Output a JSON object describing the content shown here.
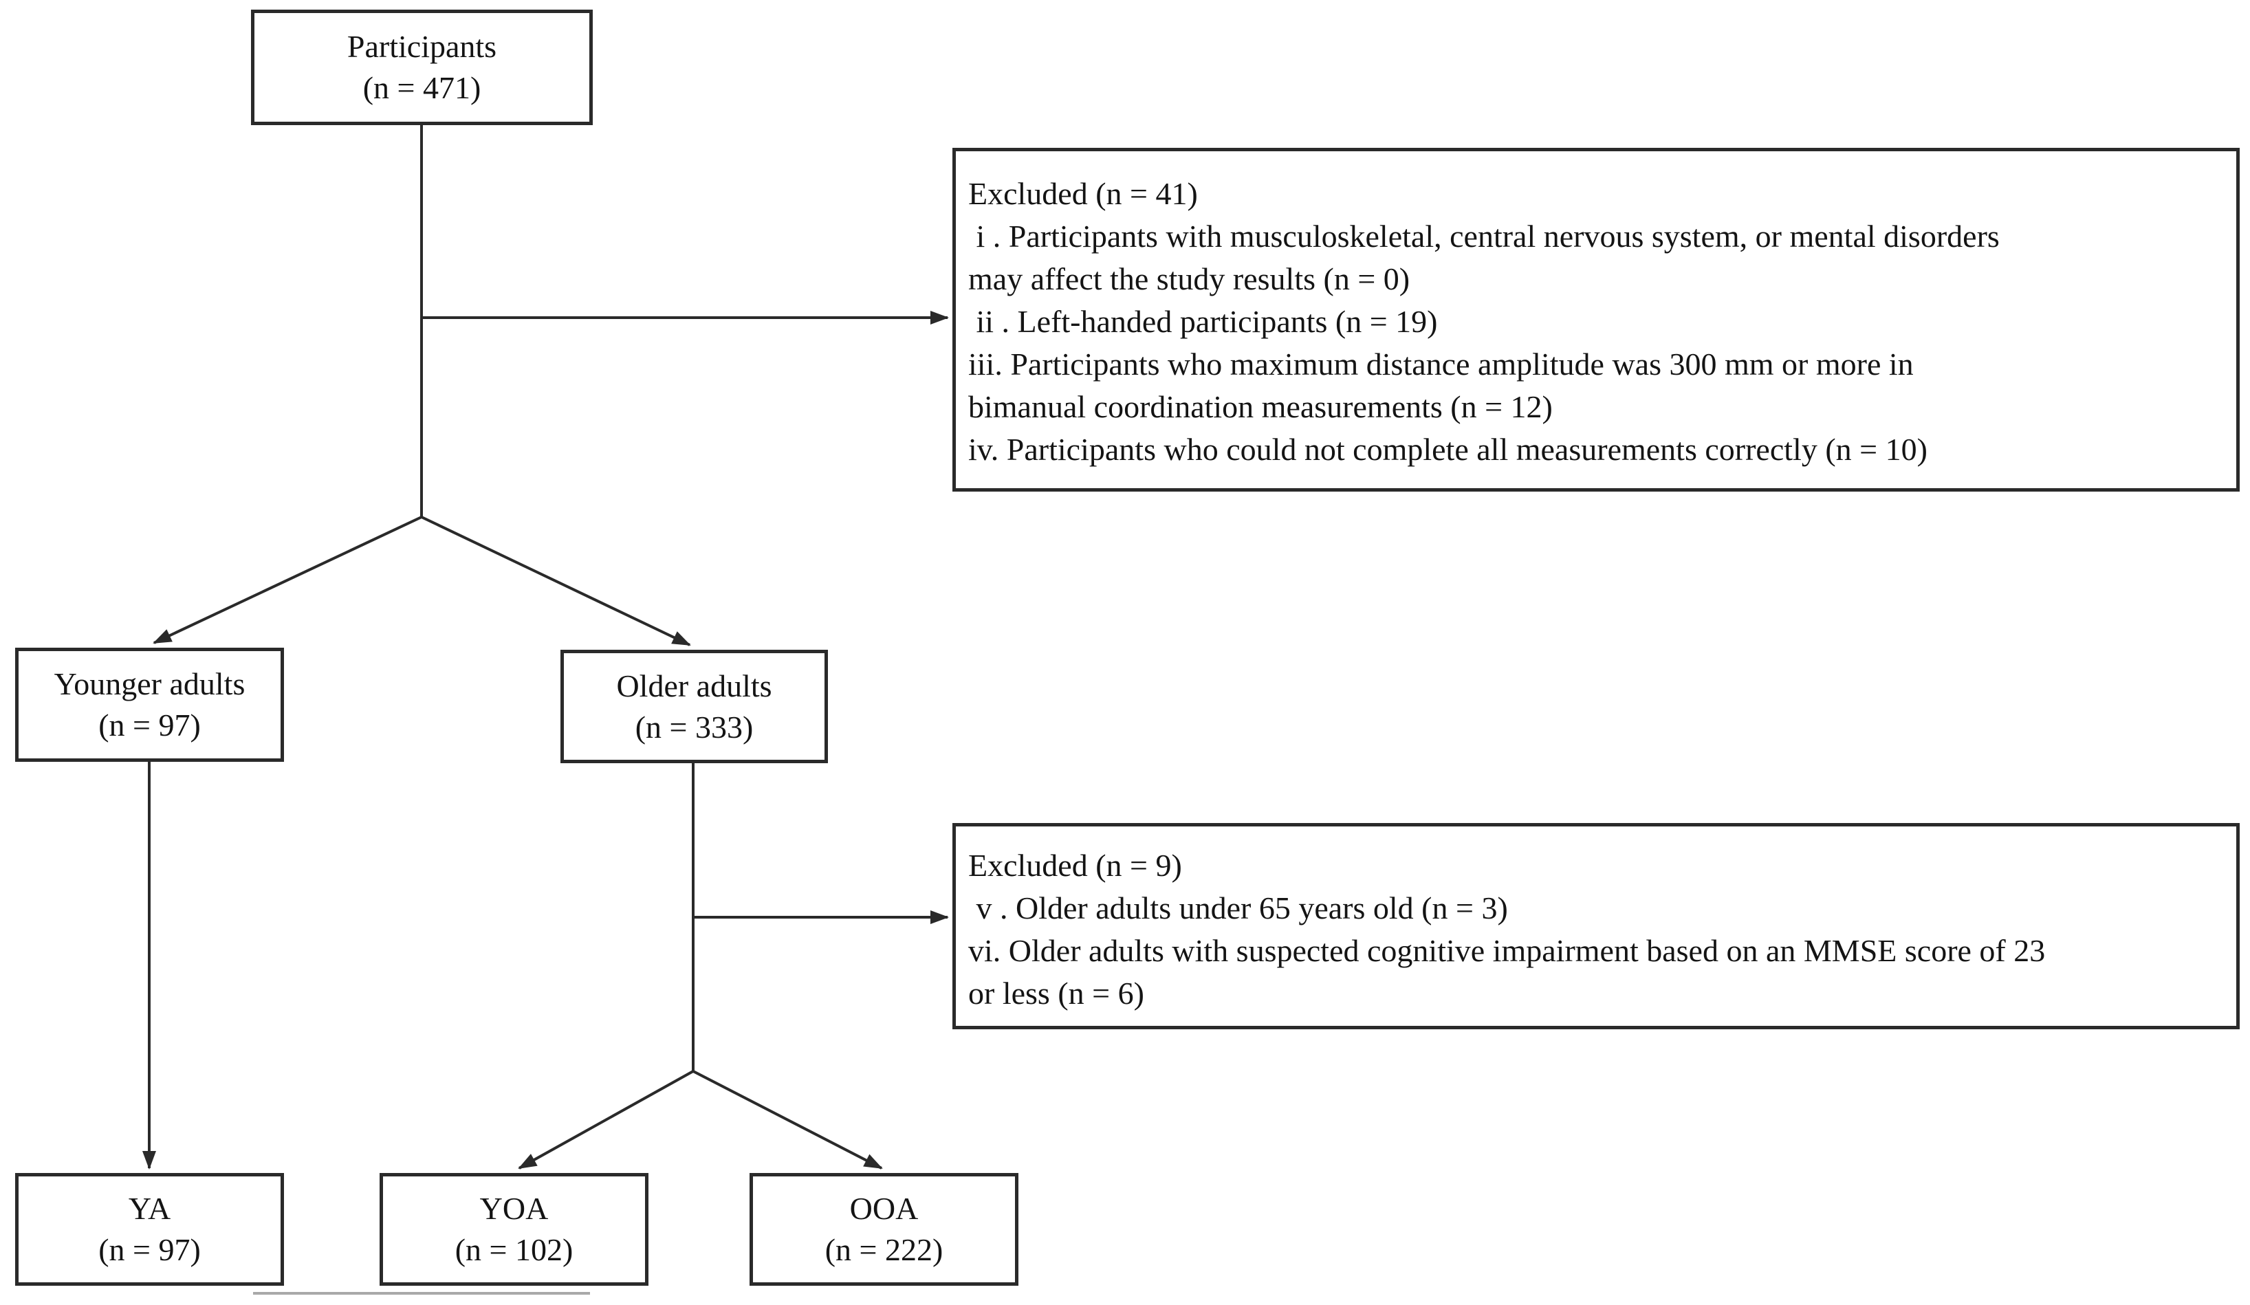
{
  "nodes": {
    "participants": {
      "label": "Participants",
      "n": "(n = 471)"
    },
    "younger_adults": {
      "label": "Younger adults",
      "n": "(n = 97)"
    },
    "older_adults": {
      "label": "Older adults",
      "n": "(n = 333)"
    },
    "ya": {
      "label": "YA",
      "n": "(n = 97)"
    },
    "yoa": {
      "label": "YOA",
      "n": "(n = 102)"
    },
    "ooa": {
      "label": "OOA",
      "n": "(n = 222)"
    }
  },
  "exclusions": {
    "first": {
      "lines": [
        "Excluded (n = 41)",
        " i . Participants with musculoskeletal, central nervous system, or mental disorders",
        "may affect the study results (n = 0)",
        " ii . Left-handed participants (n = 19)",
        "iii. Participants who maximum distance amplitude was 300 mm or more in",
        "bimanual coordination measurements (n = 12)",
        "iv. Participants who could not complete all measurements correctly (n = 10)"
      ]
    },
    "second": {
      "lines": [
        "Excluded (n = 9)",
        " v . Older adults under 65 years old (n = 3)",
        "vi. Older adults with suspected cognitive impairment based on an MMSE score of 23",
        "or less (n = 6)"
      ]
    }
  },
  "colors": {
    "line": "#2a2a2a",
    "box_border": "#2a2a2a",
    "text": "#141414",
    "background": "#ffffff",
    "artifact_line": "#a9a9a9"
  }
}
